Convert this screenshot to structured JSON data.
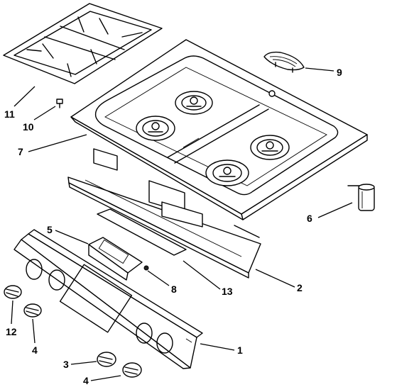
{
  "diagram": {
    "callouts": {
      "c1": "1",
      "c2": "2",
      "c3": "3",
      "c4a": "4",
      "c4b": "4",
      "c5": "5",
      "c6": "6",
      "c7": "7",
      "c8": "8",
      "c9": "9",
      "c10": "10",
      "c11": "11",
      "c12": "12",
      "c13": "13"
    }
  }
}
